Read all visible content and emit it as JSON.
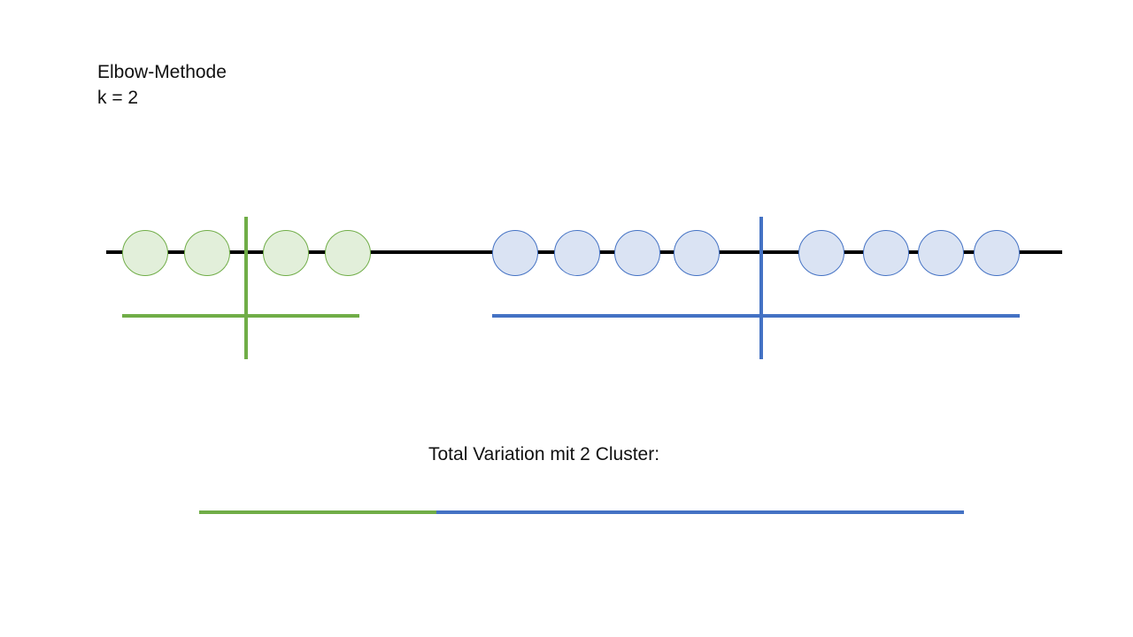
{
  "slide": {
    "title": "Elbow-Methode",
    "subtitle": "k = 2",
    "total_caption": "Total Variation mit 2 Cluster:"
  },
  "colors": {
    "axis": "#000000",
    "green_stroke": "#70AD47",
    "green_fill": "#E2EFDA",
    "blue_stroke": "#4472C4",
    "blue_fill": "#DAE3F3"
  },
  "clusters": [
    {
      "name": "green",
      "point_count": 4
    },
    {
      "name": "blue",
      "point_count": 8
    }
  ]
}
